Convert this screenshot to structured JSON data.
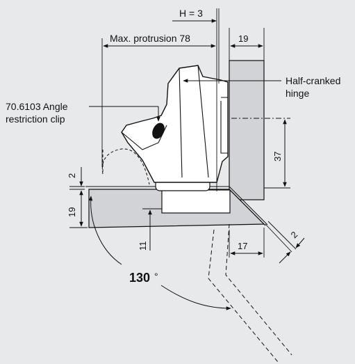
{
  "colors": {
    "background": "#e8e9eb",
    "panel": "#d2d3d6",
    "hinge_body": "#ffffff",
    "line": "#111111"
  },
  "labels": {
    "h_offset": "H = 3",
    "max_protrusion": "Max. protrusion 78",
    "door_thickness_top": "19",
    "hinge_line1": "Half-cranked",
    "hinge_line2": "hinge",
    "clip_line1": "70.6103 Angle",
    "clip_line2": "restriction clip",
    "dim_37": "37",
    "dim_2_left": "2",
    "dim_19_left": "19",
    "dim_11": "11",
    "dim_17": "17",
    "dim_2_right": "2",
    "angle_value": "130",
    "angle_unit": "°"
  }
}
